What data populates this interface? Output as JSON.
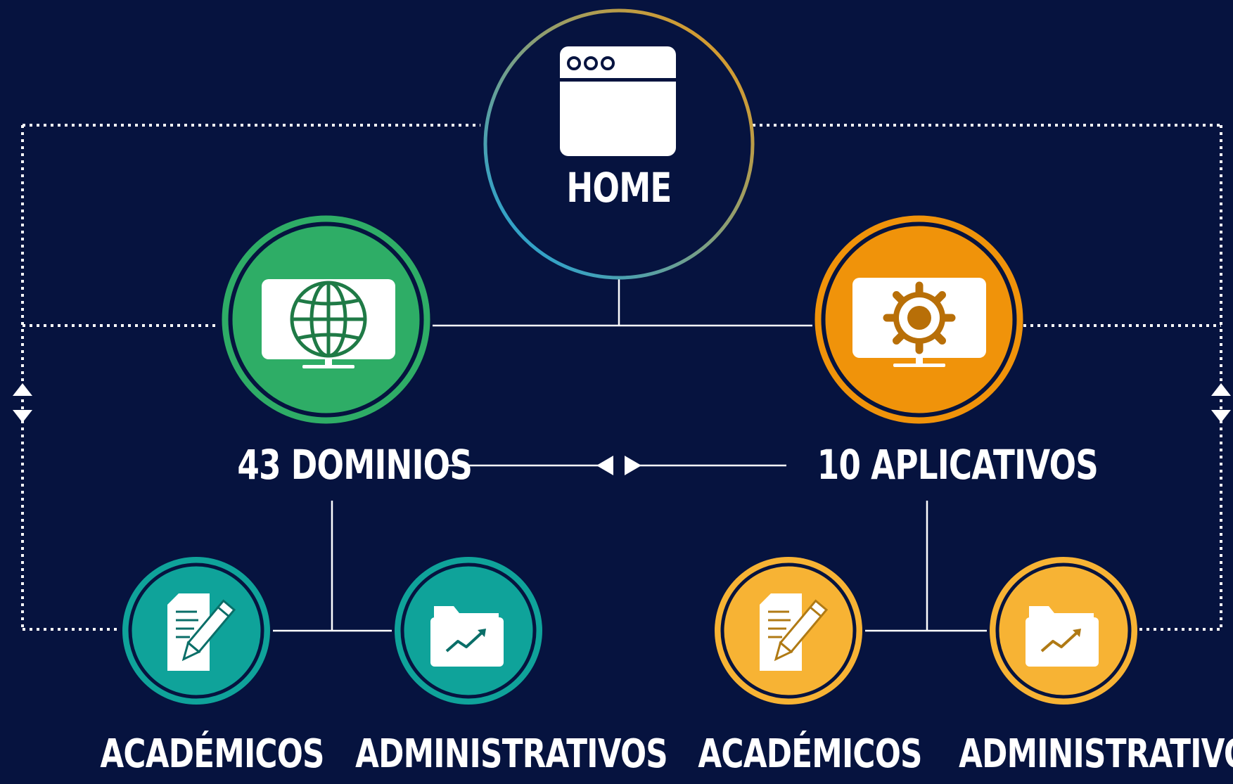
{
  "colors": {
    "background": "#06133f",
    "line": "#ffffff",
    "domains_green": "#2ead66",
    "domains_green_dark": "#1f7a46",
    "apps_orange": "#f0930a",
    "apps_orange_dark": "#b86f08",
    "teal": "#0fa39a",
    "teal_dark": "#0a6e68",
    "gold": "#f7b334",
    "gold_dark": "#b07a14",
    "home_ring_start": "#12a3e6",
    "home_ring_end": "#f29a13"
  },
  "nodes": {
    "home": {
      "label": "HOME",
      "icon": "browser-window-icon"
    },
    "domains": {
      "label": "43 DOMINIOS",
      "icon": "monitor-globe-icon"
    },
    "apps": {
      "label": "10 APLICATIVOS",
      "icon": "monitor-gear-icon"
    },
    "domains_academic": {
      "label": "ACADÉMICOS",
      "icon": "document-pencil-icon"
    },
    "domains_admin": {
      "label": "ADMINISTRATIVOS",
      "icon": "folder-chart-icon"
    },
    "apps_academic": {
      "label": "ACADÉMICOS",
      "icon": "document-pencil-icon"
    },
    "apps_admin": {
      "label": "ADMINISTRATIVOS",
      "icon": "folder-chart-icon"
    }
  }
}
